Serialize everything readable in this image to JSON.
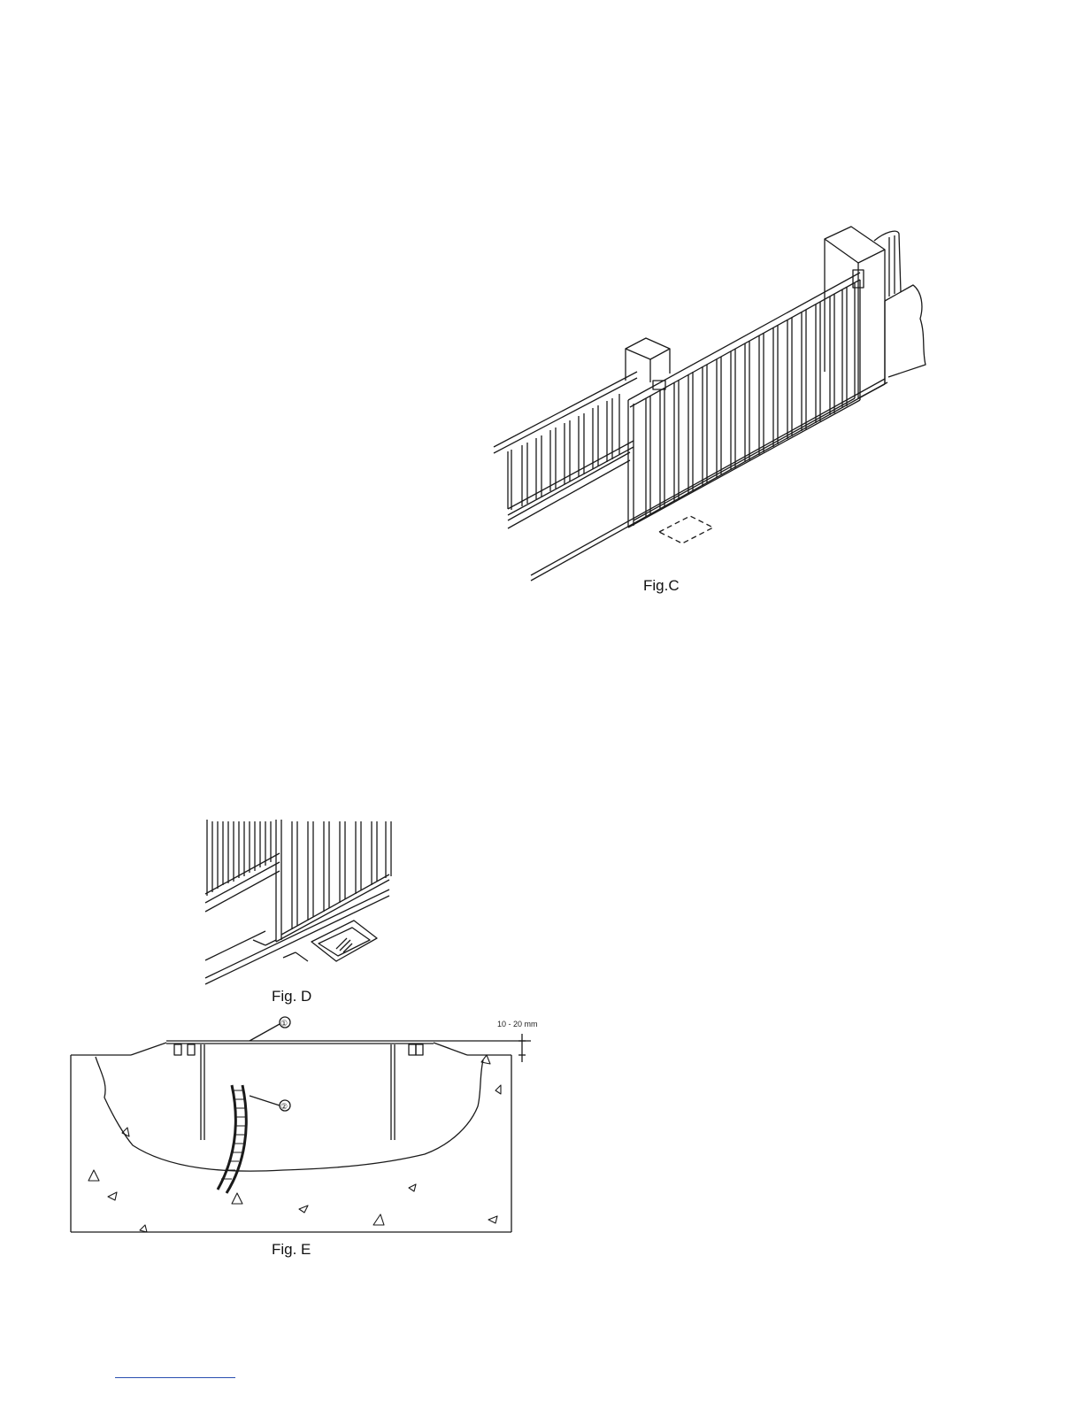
{
  "figures": {
    "fig_c": {
      "caption": "Fig.C"
    },
    "fig_d": {
      "caption": "Fig. D"
    },
    "fig_e": {
      "caption": "Fig. E",
      "dimension": "10 - 20 mm",
      "callout_1": "①",
      "callout_2": "②"
    }
  },
  "colors": {
    "line": "#1a1a1a",
    "link_rule": "#2a4fb0"
  }
}
